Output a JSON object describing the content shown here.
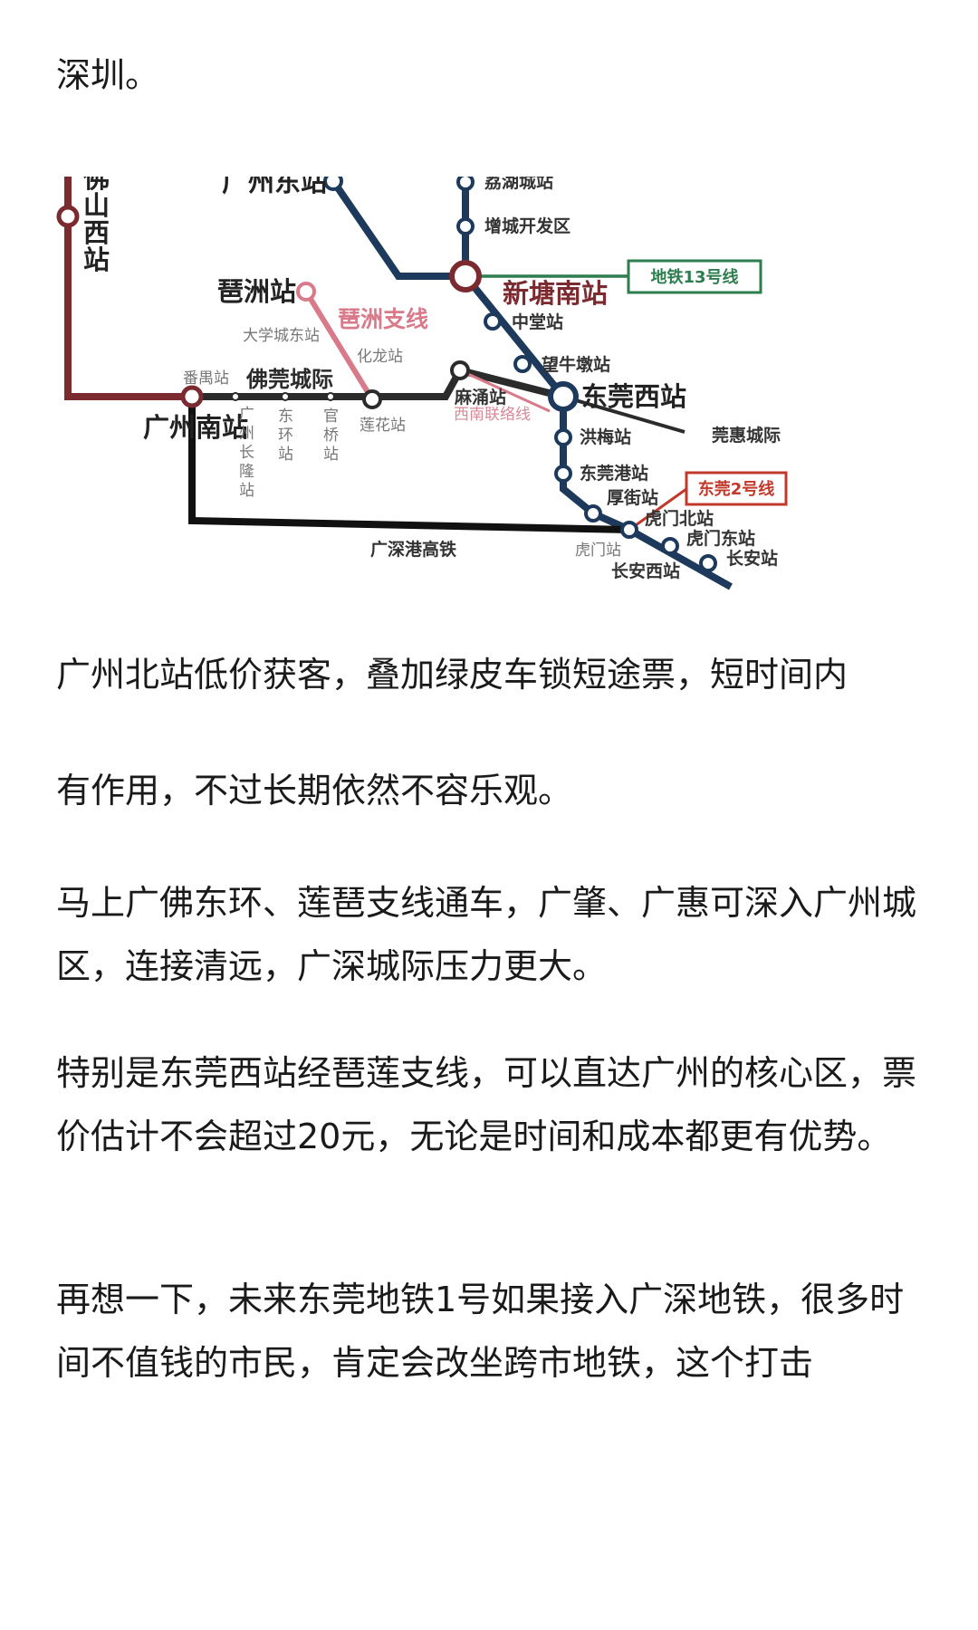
{
  "paragraphs": [
    "深圳。",
    "广州北站低价获客，叠加绿皮车锁短途票，短时间内",
    "有作用，不过长期依然不容乐观。",
    "马上广佛东环、莲琶支线通车，广肇、广惠可深入广州城区，连接清远，广深城际压力更大。",
    "特别是东莞西站经琶莲支线，可以直达广州的核心区，票价估计不会超过20元，无论是时间和成本都更有优势。",
    "再想一下，未来东莞地铁1号如果接入广深地铁，很多时间不值钱的市民，肯定会改坐跨市地铁，这个打击"
  ],
  "map": {
    "stations": {
      "foshan_west": "佛山西站",
      "guangzhou_east": "广州东站",
      "lichengcheng": "荔湖城站",
      "zengcheng": "增城开发区",
      "xintang_south": "新塘南站",
      "pazhou": "琶洲站",
      "daxuecheng_east": "大学城东站",
      "hualong": "化龙站",
      "zhongtang": "中堂站",
      "wangniudun": "望牛墩站",
      "panyu": "番禺站",
      "guangzhou_south": "广州南站",
      "guangzhou_changlong": "广州长隆站",
      "donghuan": "东环站",
      "guanqiao": "官桥站",
      "lianhua": "莲花站",
      "machong": "麻涌站",
      "dongguan_west": "东莞西站",
      "hongmei": "洪梅站",
      "dongguan_port": "东莞港站",
      "houjie": "厚街站",
      "humen_north": "虎门北站",
      "humen": "虎门站",
      "humen_east": "虎门东站",
      "changan_west": "长安西站",
      "changan": "长安站"
    },
    "lines": {
      "metro13": "地铁13号线",
      "pazhou_branch": "琶洲支线",
      "fodong": "佛莞城际",
      "southwest_link": "西南联络线",
      "guanhui": "莞惠城际",
      "dongguan2": "东莞2号线",
      "gsh_hsr": "广深港高铁"
    },
    "colors": {
      "maroon": "#7b2a30",
      "navy": "#1d3a5c",
      "green": "#2e7d4f",
      "pink": "#d97a8a",
      "dark": "#2b2b2b",
      "red": "#c0392b"
    }
  }
}
